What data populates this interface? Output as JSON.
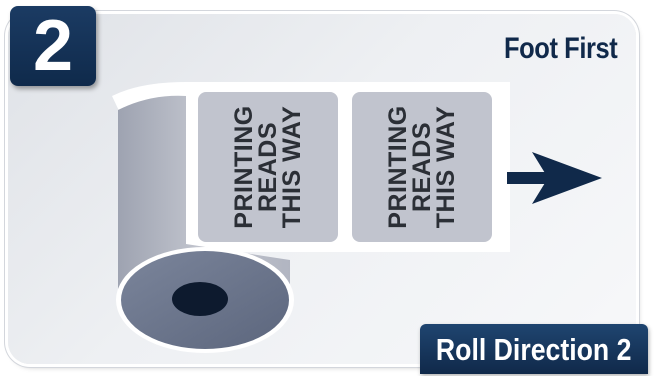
{
  "badge": {
    "number": "2"
  },
  "title": "Foot First",
  "footer": "Roll Direction 2",
  "labels": [
    {
      "lines": [
        "PRINTING",
        "READS",
        "THIS WAY"
      ]
    },
    {
      "lines": [
        "PRINTING",
        "READS",
        "THIS WAY"
      ]
    }
  ],
  "icons": {
    "direction": "arrow-right-icon"
  },
  "colors": {
    "navy": "#10294a",
    "label_fill": "#c1c4ce",
    "roll_side": "#6e7890",
    "roll_body": "#b9bcc7"
  }
}
